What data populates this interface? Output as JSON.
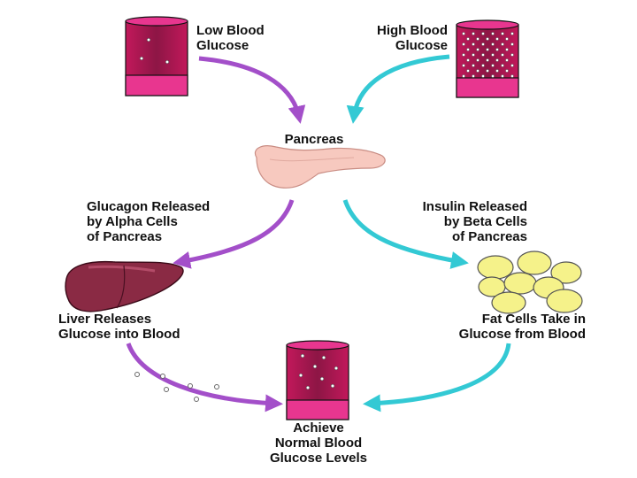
{
  "labels": {
    "low_glucose": "Low Blood\nGlucose",
    "high_glucose": "High Blood\nGlucose",
    "pancreas": "Pancreas",
    "glucagon": "Glucagon Released\nby Alpha Cells\nof Pancreas",
    "insulin": "Insulin Released\nby Beta Cells\nof Pancreas",
    "liver": "Liver Releases\nGlucose into Blood",
    "fat_cells": "Fat Cells Take in\nGlucose from Blood",
    "achieve": "Achieve\nNormal Blood\nGlucose Levels"
  },
  "colors": {
    "vessel_dark": "#9e1a4f",
    "vessel_light": "#e8368f",
    "glucagon_arrow": "#a34fc9",
    "insulin_arrow": "#33c9d4",
    "pancreas": "#f7c9bf",
    "liver": "#8a2a44",
    "fat_cell": "#f5f28a",
    "glucose_dot": "#ffffff"
  },
  "icons": {
    "low_vessel": "blood-vessel-icon",
    "high_vessel": "blood-vessel-icon",
    "normal_vessel": "blood-vessel-icon",
    "pancreas": "pancreas-icon",
    "liver": "liver-icon",
    "fat_cells": "fat-cells-icon"
  }
}
